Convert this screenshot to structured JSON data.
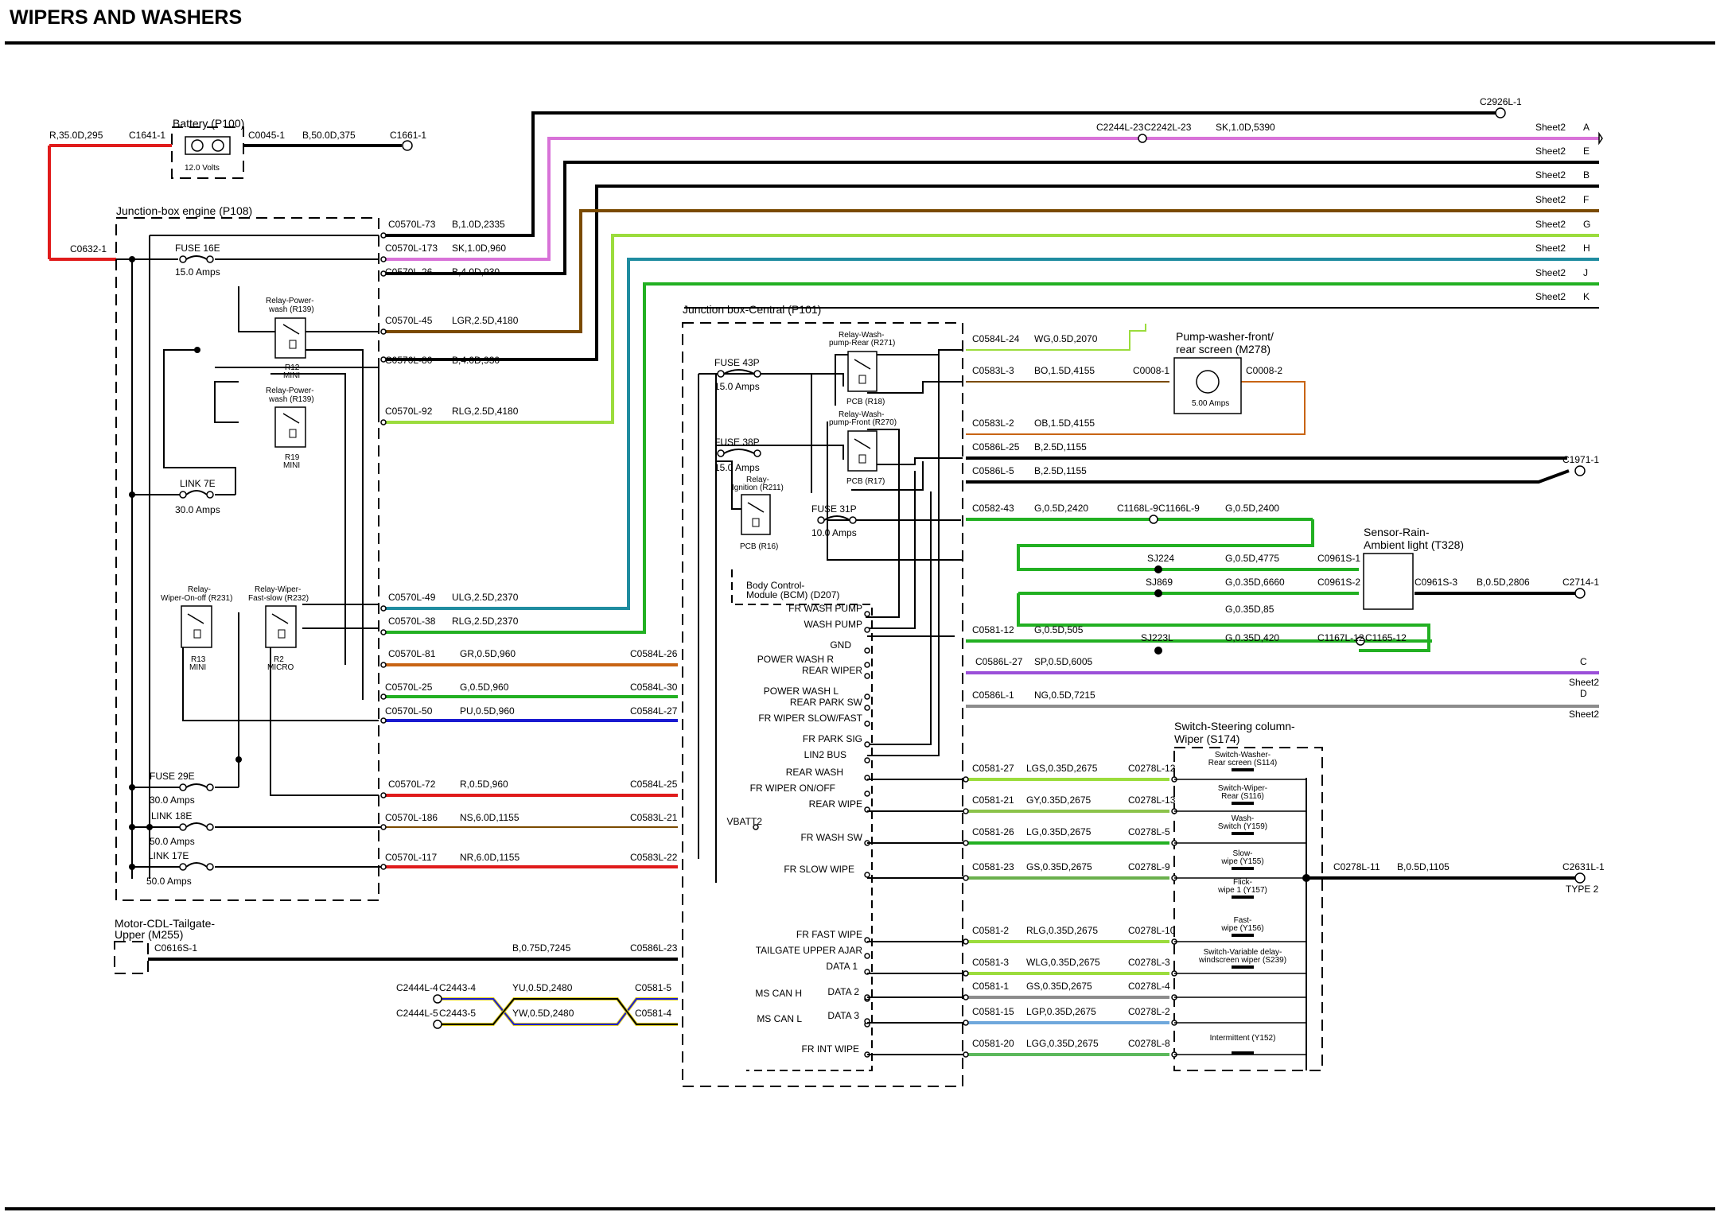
{
  "title": "WIPERS AND WASHERS",
  "colors": {
    "black": "#000000",
    "red": "#e01b1b",
    "pink": "#d872d8",
    "brown": "#7a4a00",
    "green": "#22b022",
    "ltgreen": "#9bdc3c",
    "blue": "#1a1ad0",
    "purple": "#9b4fd9",
    "yellow": "#e0d020",
    "orange": "#c86414",
    "teal": "#1f8ca0",
    "grey": "#8c8c8c"
  },
  "boxes": {
    "battery": {
      "label": "Battery (P100)",
      "volts": "12.0 Volts"
    },
    "jbe": {
      "label": "Junction-box engine (P108)"
    },
    "jbc": {
      "label": "Junction box-Central (P101)"
    },
    "bcm": {
      "label1": "Body Control-",
      "label2": "Module (BCM) (D207)"
    },
    "pump": {
      "label1": "Pump-washer-front/",
      "label2": "rear screen (M278)",
      "amps": "5.00 Amps"
    },
    "sensor": {
      "label1": "Sensor-Rain-",
      "label2": "Ambient light (T328)"
    },
    "switch": {
      "label1": "Switch-Steering column-",
      "label2": "Wiper (S174)"
    },
    "motor": {
      "label1": "Motor-CDL-Tailgate-",
      "label2": "Upper (M255)"
    }
  },
  "top_labels": [
    {
      "text": "R,35.0D,295"
    },
    {
      "text": "C1641-1"
    },
    {
      "text": "C0045-1"
    },
    {
      "text": "B,50.0D,375"
    },
    {
      "text": "C1661-1"
    },
    {
      "text": "C0632-1"
    },
    {
      "text": "C2926L-1"
    },
    {
      "text": "C2244L-23"
    },
    {
      "text": "C2242L-23"
    },
    {
      "text": "SK,1.0D,5390"
    }
  ],
  "sheets": [
    {
      "sheet": "Sheet2",
      "letter": "A"
    },
    {
      "sheet": "Sheet2",
      "letter": "E"
    },
    {
      "sheet": "Sheet2",
      "letter": "B"
    },
    {
      "sheet": "Sheet2",
      "letter": "F"
    },
    {
      "sheet": "Sheet2",
      "letter": "G"
    },
    {
      "sheet": "Sheet2",
      "letter": "H"
    },
    {
      "sheet": "Sheet2",
      "letter": "J"
    },
    {
      "sheet": "Sheet2",
      "letter": "K"
    }
  ],
  "sheets_low": [
    {
      "sheet": "Sheet2",
      "letter": "C"
    },
    {
      "sheet": "Sheet2",
      "letter": "D"
    }
  ],
  "jbe_wires": [
    {
      "conn": "C0570L-73",
      "spec": "B,1.0D,2335"
    },
    {
      "conn": "C0570L-173",
      "spec": "SK,1.0D,960"
    },
    {
      "conn": "C0570L-26",
      "spec": "B,4.0D,930"
    },
    {
      "conn": "C0570L-45",
      "spec": "LGR,2.5D,4180"
    },
    {
      "conn": "C0570L-80",
      "spec": "B,4.0D,930"
    },
    {
      "conn": "C0570L-92",
      "spec": "RLG,2.5D,4180"
    },
    {
      "conn": "C0570L-49",
      "spec": "ULG,2.5D,2370"
    },
    {
      "conn": "C0570L-38",
      "spec": "RLG,2.5D,2370"
    },
    {
      "conn": "C0570L-81",
      "spec": "GR,0.5D,960",
      "to": "C0584L-26"
    },
    {
      "conn": "C0570L-25",
      "spec": "G,0.5D,960",
      "to": "C0584L-30"
    },
    {
      "conn": "C0570L-50",
      "spec": "PU,0.5D,960",
      "to": "C0584L-27"
    },
    {
      "conn": "C0570L-72",
      "spec": "R,0.5D,960",
      "to": "C0584L-25"
    },
    {
      "conn": "C0570L-186",
      "spec": "NS,6.0D,1155",
      "to": "C0583L-21"
    },
    {
      "conn": "C0570L-117",
      "spec": "NR,6.0D,1155",
      "to": "C0583L-22"
    }
  ],
  "jbe_parts": {
    "fuse16": {
      "name": "FUSE 16E",
      "amps": "15.0 Amps"
    },
    "relay_pw1": {
      "l1": "Relay-Power-",
      "l2": "wash (R139)",
      "b1": "R12",
      "b2": "MINI"
    },
    "relay_pw2": {
      "l1": "Relay-Power-",
      "l2": "wash (R139)",
      "b1": "R19",
      "b2": "MINI"
    },
    "link7": {
      "name": "LINK 7E",
      "amps": "30.0 Amps"
    },
    "relay_wo": {
      "l1": "Relay-",
      "l2": "Wiper-On-off (R231)",
      "b1": "R13",
      "b2": "MINI"
    },
    "relay_wf": {
      "l1": "Relay-Wiper-",
      "l2": "Fast-slow (R232)",
      "b1": "R2",
      "b2": "MICRO"
    },
    "fuse29": {
      "name": "FUSE 29E",
      "amps": "30.0 Amps"
    },
    "link18": {
      "name": "LINK 18E",
      "amps": "50.0 Amps"
    },
    "link17": {
      "name": "LINK 17E",
      "amps": "50.0 Amps"
    }
  },
  "jbc_parts": {
    "fuse43": {
      "name": "FUSE 43P",
      "amps": "15.0 Amps"
    },
    "fuse38": {
      "name": "FUSE 38P",
      "amps": "15.0 Amps"
    },
    "fuse31": {
      "name": "FUSE 31P",
      "amps": "10.0 Amps"
    },
    "relay_rear": {
      "l1": "Relay-Wash-",
      "l2": "pump-Rear (R271)",
      "b": "PCB (R18)"
    },
    "relay_front": {
      "l1": "Relay-Wash-",
      "l2": "pump-Front (R270)",
      "b": "PCB (R17)"
    },
    "relay_ign": {
      "l1": "Relay-",
      "l2": "Ignition (R211)",
      "b": "PCB (R16)"
    }
  },
  "right_wires": [
    {
      "conn": "C0584L-24",
      "spec": "WG,0.5D,2070"
    },
    {
      "conn": "C0583L-3",
      "spec": "BO,1.5D,4155",
      "to": "C0008-1"
    },
    {
      "conn": "C0583L-2",
      "spec": "OB,1.5D,4155"
    },
    {
      "conn": "C0586L-25",
      "spec": "B,2.5D,1155"
    },
    {
      "conn": "C0586L-5",
      "spec": "B,2.5D,1155"
    },
    {
      "conn": "C0582-43",
      "spec": "G,0.5D,2420"
    },
    {
      "conn": "C0581-12",
      "spec": "G,0.5D,505"
    },
    {
      "conn": "C0586L-27",
      "spec": "SP,0.5D,6005"
    },
    {
      "conn": "C0586L-1",
      "spec": "NG,0.5D,7215"
    }
  ],
  "misc_labels": {
    "c0008_2": "C0008-2",
    "c1971": "C1971-1",
    "c1168": "C1168L-9",
    "c1166": "C1166L-9",
    "g2400": "G,0.5D,2400",
    "sj224": "SJ224",
    "g4775": "G,0.5D,4775",
    "c0961_1": "C0961S-1",
    "sj869": "SJ869",
    "g6660": "G,0.35D,6660",
    "c0961_2": "C0961S-2",
    "g85": "G,0.35D,85",
    "c0961_3": "C0961S-3",
    "b2806": "B,0.5D,2806",
    "c2714": "C2714-1",
    "sj223": "SJ223L",
    "g420": "G,0.35D,420",
    "c1167": "C1167L-12",
    "c1165": "C1165-12",
    "c0278_11": "C0278L-11",
    "b1105": "B,0.5D,1105",
    "c2631": "C2631L-1",
    "type2": "TYPE 2",
    "c0616": "C0616S-1",
    "b7245": "B,0.75D,7245",
    "c0586_23": "C0586L-23",
    "c2444_4": "C2444L-4",
    "c2443_4": "C2443-4",
    "yu": "YU,0.5D,2480",
    "c0581_5": "C0581-5",
    "c2444_5": "C2444L-5",
    "c2443_5": "C2443-5",
    "yw": "YW,0.5D,2480",
    "c0581_4": "C0581-4"
  },
  "bcm_pins": [
    "FR WASH PUMP",
    "WASH PUMP",
    "GND",
    "POWER WASH R",
    "REAR WIPER",
    "POWER WASH L",
    "REAR PARK SW",
    "FR WIPER SLOW/FAST",
    "FR PARK SIG",
    "LIN2  BUS",
    "REAR WASH",
    "FR WIPER ON/OFF",
    "REAR WIPE",
    "VBATT2",
    "FR WASH SW",
    "FR SLOW WIPE",
    "FR FAST WIPE",
    "TAILGATE UPPER AJAR",
    "DATA 1",
    "MS CAN H",
    "DATA 2",
    "MS CAN L",
    "DATA 3",
    "FR INT WIPE"
  ],
  "switch_wires": [
    {
      "conn": "C0581-27",
      "spec": "LGS,0.35D,2675",
      "to": "C0278L-12"
    },
    {
      "conn": "C0581-21",
      "spec": "GY,0.35D,2675",
      "to": "C0278L-13"
    },
    {
      "conn": "C0581-26",
      "spec": "LG,0.35D,2675",
      "to": "C0278L-5"
    },
    {
      "conn": "C0581-23",
      "spec": "GS,0.35D,2675",
      "to": "C0278L-9"
    },
    {
      "conn": "C0581-2",
      "spec": "RLG,0.35D,2675",
      "to": "C0278L-10"
    },
    {
      "conn": "C0581-3",
      "spec": "WLG,0.35D,2675",
      "to": "C0278L-3"
    },
    {
      "conn": "C0581-1",
      "spec": "GS,0.35D,2675",
      "to": "C0278L-4"
    },
    {
      "conn": "C0581-15",
      "spec": "LGP,0.35D,2675",
      "to": "C0278L-2"
    },
    {
      "conn": "C0581-20",
      "spec": "LGG,0.35D,2675",
      "to": "C0278L-8"
    }
  ],
  "switch_contacts": [
    {
      "l1": "Switch-Washer-",
      "l2": "Rear screen (S114)"
    },
    {
      "l1": "Switch-Wiper-",
      "l2": "Rear (S116)"
    },
    {
      "l1": "Wash-",
      "l2": "Switch (Y159)"
    },
    {
      "l1": "Slow-",
      "l2": "wipe (Y155)"
    },
    {
      "l1": "Flick-",
      "l2": "wipe 1 (Y157)"
    },
    {
      "l1": "Fast-",
      "l2": "wipe (Y156)"
    },
    {
      "l1": "Switch-Variable delay-",
      "l2": "windscreen wiper (S239)"
    },
    {
      "l1": "Intermittent (Y152)",
      "l2": ""
    }
  ]
}
